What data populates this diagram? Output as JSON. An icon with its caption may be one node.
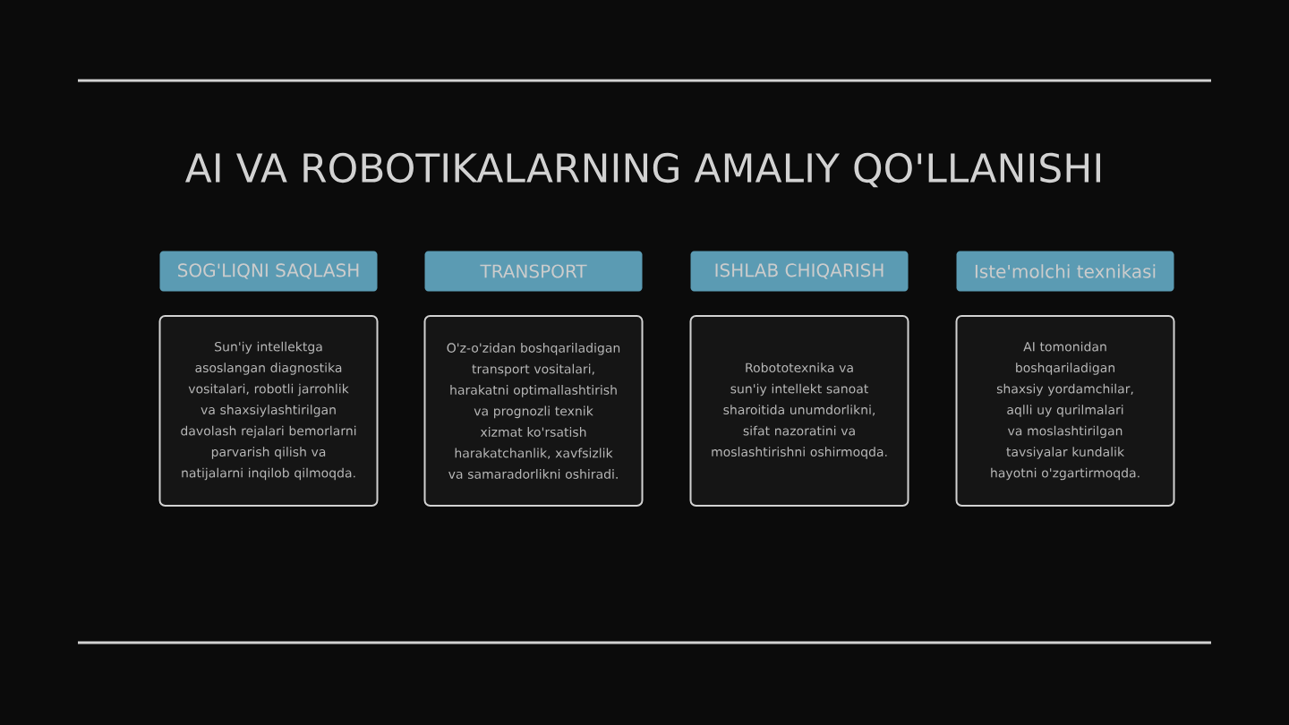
{
  "diagram": {
    "title": "AI VA ROBOTIKALARNING AMALIY QO'LLANISHI",
    "nodes": [
      {
        "text": [
          "SOG'LIQNI SAQLASH"
        ]
      },
      {
        "text": [
          "TRANSPORT"
        ]
      },
      {
        "text": [
          "ISHLAB CHIQARISH"
        ]
      },
      {
        "text": [
          "Iste'molchi texnikasi"
        ]
      },
      {
        "text": [
          "Sun'iy intellektga asoslangan diagnostika vositalari, robotli jarrohlik va shaxsiylashtirilgan davolash rejalari bemorlarni parvarish qilish va natijalarni inqilob qilmoqda."
        ]
      },
      {
        "text": [
          "O'z-o'zidan boshqariladigan transport vositalari, harakatni optimallashtirish va prognozli texnik xizmat ko'rsatish harakatchanlik, xavfsizlik va samaradorlikni oshiradi."
        ]
      },
      {
        "text": [
          "Robototexnika va sun'iy intellekt sanoat sharoitida unumdorlikni, sifat nazoratini va moslashtirishni oshirmoqda."
        ]
      },
      {
        "text": [
          "AI tomonidan boshqariladigan shaxsiy yordamchilar, aqlli uy qurilmalari va moslashtirilgan tavsiyalar kundalik hayotni o'zgartirmoqda."
        ]
      }
    ]
  }
}
